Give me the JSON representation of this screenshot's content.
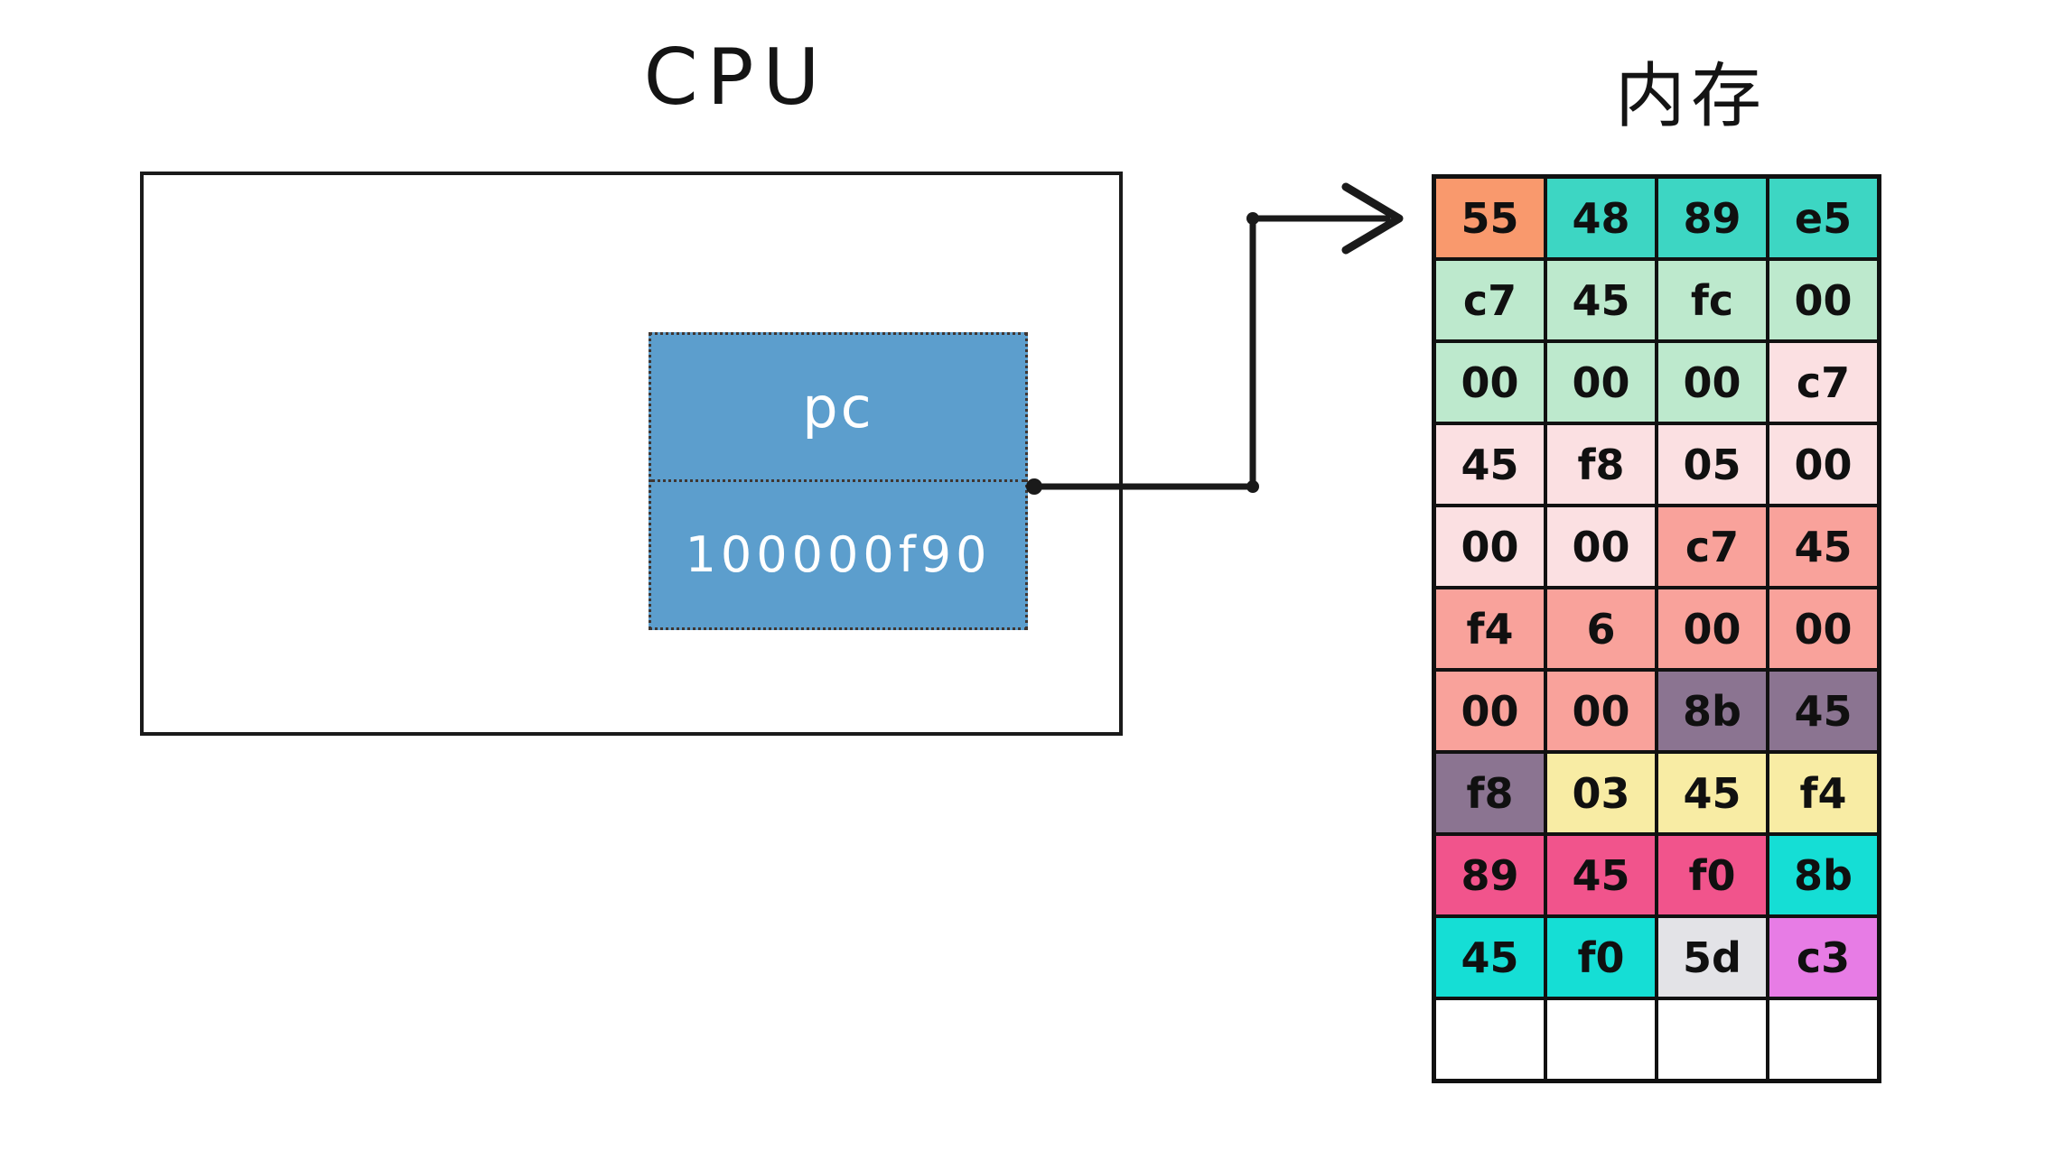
{
  "titles": {
    "cpu": "CPU",
    "memory": "内存"
  },
  "cpu": {
    "pc_register": {
      "label": "pc",
      "value": "100000f90"
    }
  },
  "theme": {
    "pc_fill": "#5C9ECD",
    "pc_text": "#FFFFFF",
    "line_color": "#1A1A1A",
    "grid_line": "#111111",
    "cell_orange": "#F9996D",
    "cell_teal": "#3DD6C3",
    "cell_green": "#BDE9CD",
    "cell_lightpink": "#FBE0E2",
    "cell_salmon": "#F9A29B",
    "cell_mauve": "#8B7491",
    "cell_yellow": "#F8ECA4",
    "cell_hotpink": "#F1548C",
    "cell_cyan": "#15DED5",
    "cell_gray": "#E3E3E7",
    "cell_orchid": "#E77CE5",
    "cell_white": "#FFFFFF"
  },
  "memory": {
    "columns": 4,
    "cells": [
      {
        "value": "55",
        "bg": "#F9996D"
      },
      {
        "value": "48",
        "bg": "#3DD6C3"
      },
      {
        "value": "89",
        "bg": "#3DD6C3"
      },
      {
        "value": "e5",
        "bg": "#3DD6C3"
      },
      {
        "value": "c7",
        "bg": "#BDE9CD"
      },
      {
        "value": "45",
        "bg": "#BDE9CD"
      },
      {
        "value": "fc",
        "bg": "#BDE9CD"
      },
      {
        "value": "00",
        "bg": "#BDE9CD"
      },
      {
        "value": "00",
        "bg": "#BDE9CD"
      },
      {
        "value": "00",
        "bg": "#BDE9CD"
      },
      {
        "value": "00",
        "bg": "#BDE9CD"
      },
      {
        "value": "c7",
        "bg": "#FBE0E2"
      },
      {
        "value": "45",
        "bg": "#FBE0E2"
      },
      {
        "value": "f8",
        "bg": "#FBE0E2"
      },
      {
        "value": "05",
        "bg": "#FBE0E2"
      },
      {
        "value": "00",
        "bg": "#FBE0E2"
      },
      {
        "value": "00",
        "bg": "#FBE0E2"
      },
      {
        "value": "00",
        "bg": "#FBE0E2"
      },
      {
        "value": "c7",
        "bg": "#F9A29B"
      },
      {
        "value": "45",
        "bg": "#F9A29B"
      },
      {
        "value": "f4",
        "bg": "#F9A29B"
      },
      {
        "value": "6",
        "bg": "#F9A29B"
      },
      {
        "value": "00",
        "bg": "#F9A29B"
      },
      {
        "value": "00",
        "bg": "#F9A29B"
      },
      {
        "value": "00",
        "bg": "#F9A29B"
      },
      {
        "value": "00",
        "bg": "#F9A29B"
      },
      {
        "value": "8b",
        "bg": "#8B7491"
      },
      {
        "value": "45",
        "bg": "#8B7491"
      },
      {
        "value": "f8",
        "bg": "#8B7491"
      },
      {
        "value": "03",
        "bg": "#F8ECA4"
      },
      {
        "value": "45",
        "bg": "#F8ECA4"
      },
      {
        "value": "f4",
        "bg": "#F8ECA4"
      },
      {
        "value": "89",
        "bg": "#F1548C"
      },
      {
        "value": "45",
        "bg": "#F1548C"
      },
      {
        "value": "f0",
        "bg": "#F1548C"
      },
      {
        "value": "8b",
        "bg": "#15DED5"
      },
      {
        "value": "45",
        "bg": "#15DED5"
      },
      {
        "value": "f0",
        "bg": "#15DED5"
      },
      {
        "value": "5d",
        "bg": "#E3E3E7"
      },
      {
        "value": "c3",
        "bg": "#E77CE5"
      },
      {
        "value": "",
        "bg": "#FFFFFF"
      },
      {
        "value": "",
        "bg": "#FFFFFF"
      },
      {
        "value": "",
        "bg": "#FFFFFF"
      },
      {
        "value": "",
        "bg": "#FFFFFF"
      }
    ]
  }
}
